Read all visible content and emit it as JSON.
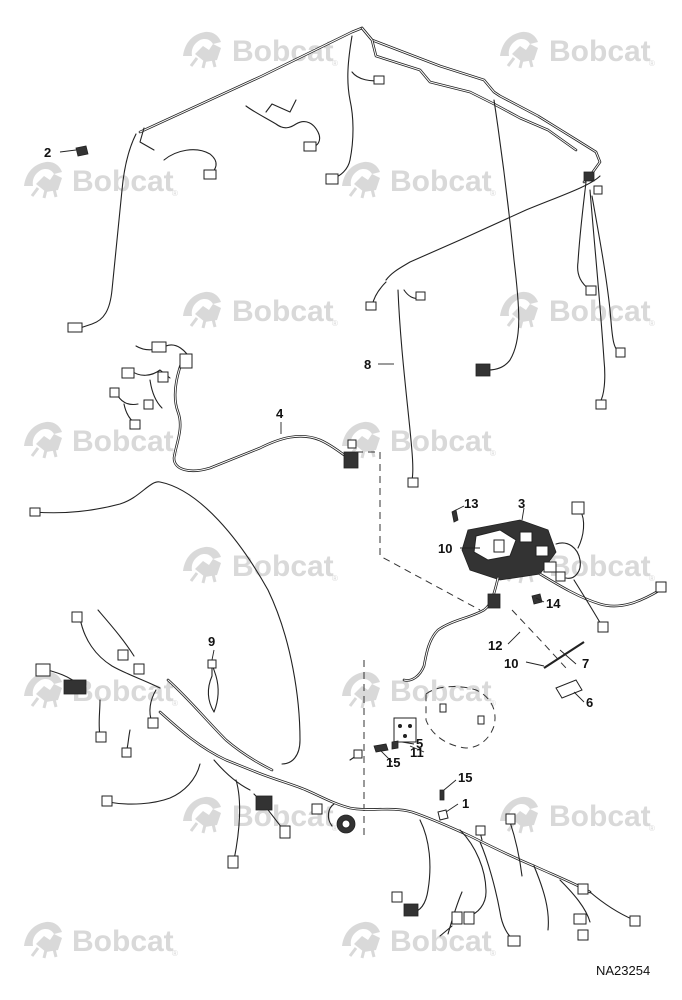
{
  "watermark": {
    "brand": "Bobcat",
    "reg": "®"
  },
  "callouts": {
    "c1": "1",
    "c2": "2",
    "c3": "3",
    "c4": "4",
    "c5": "5",
    "c6": "6",
    "c7": "7",
    "c8": "8",
    "c9": "9",
    "c10a": "10",
    "c10b": "10",
    "c11": "11",
    "c12": "12",
    "c13": "13",
    "c14": "14",
    "c15a": "15",
    "c15b": "15"
  },
  "figure_id": "NA23254"
}
